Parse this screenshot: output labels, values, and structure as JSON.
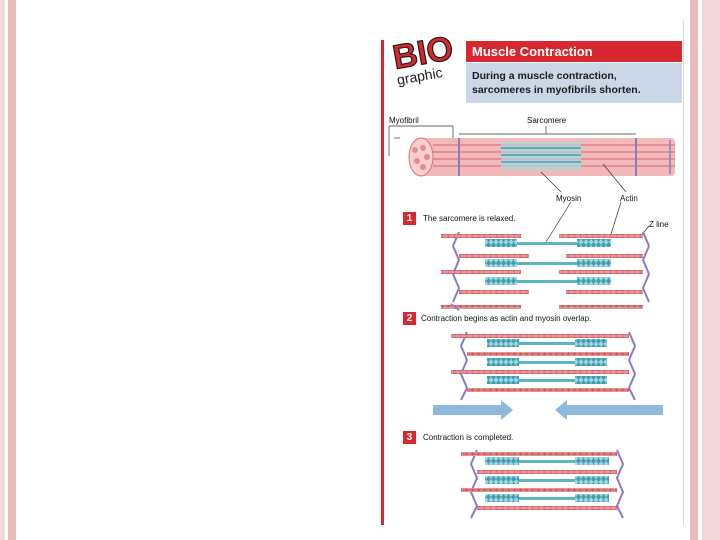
{
  "logo": {
    "line1": "BIO",
    "line2": "graphic"
  },
  "figure": {
    "title": "Muscle Contraction",
    "subtitle_line1": "During a muscle contraction,",
    "subtitle_line2": "sarcomeres in myofibrils shorten."
  },
  "labels": {
    "myofibril": "Myofibril",
    "sarcomere": "Sarcomere",
    "myosin": "Myosin",
    "actin": "Actin",
    "z_line": "Z line"
  },
  "steps": [
    {
      "number": "1",
      "text": "The sarcomere is relaxed."
    },
    {
      "number": "2",
      "text": "Contraction begins as actin and myosin overlap."
    },
    {
      "number": "3",
      "text": "Contraction is completed."
    }
  ],
  "colors": {
    "accent_red": "#d7282f",
    "subtitle_bg": "#c9d7e6",
    "actin_red": "#d8767a",
    "myosin_teal": "#5bb6c4",
    "z_line_purple": "#8a7bc1",
    "arrow_blue": "#8fb8dd",
    "slide_border": "#e9bcbc"
  }
}
